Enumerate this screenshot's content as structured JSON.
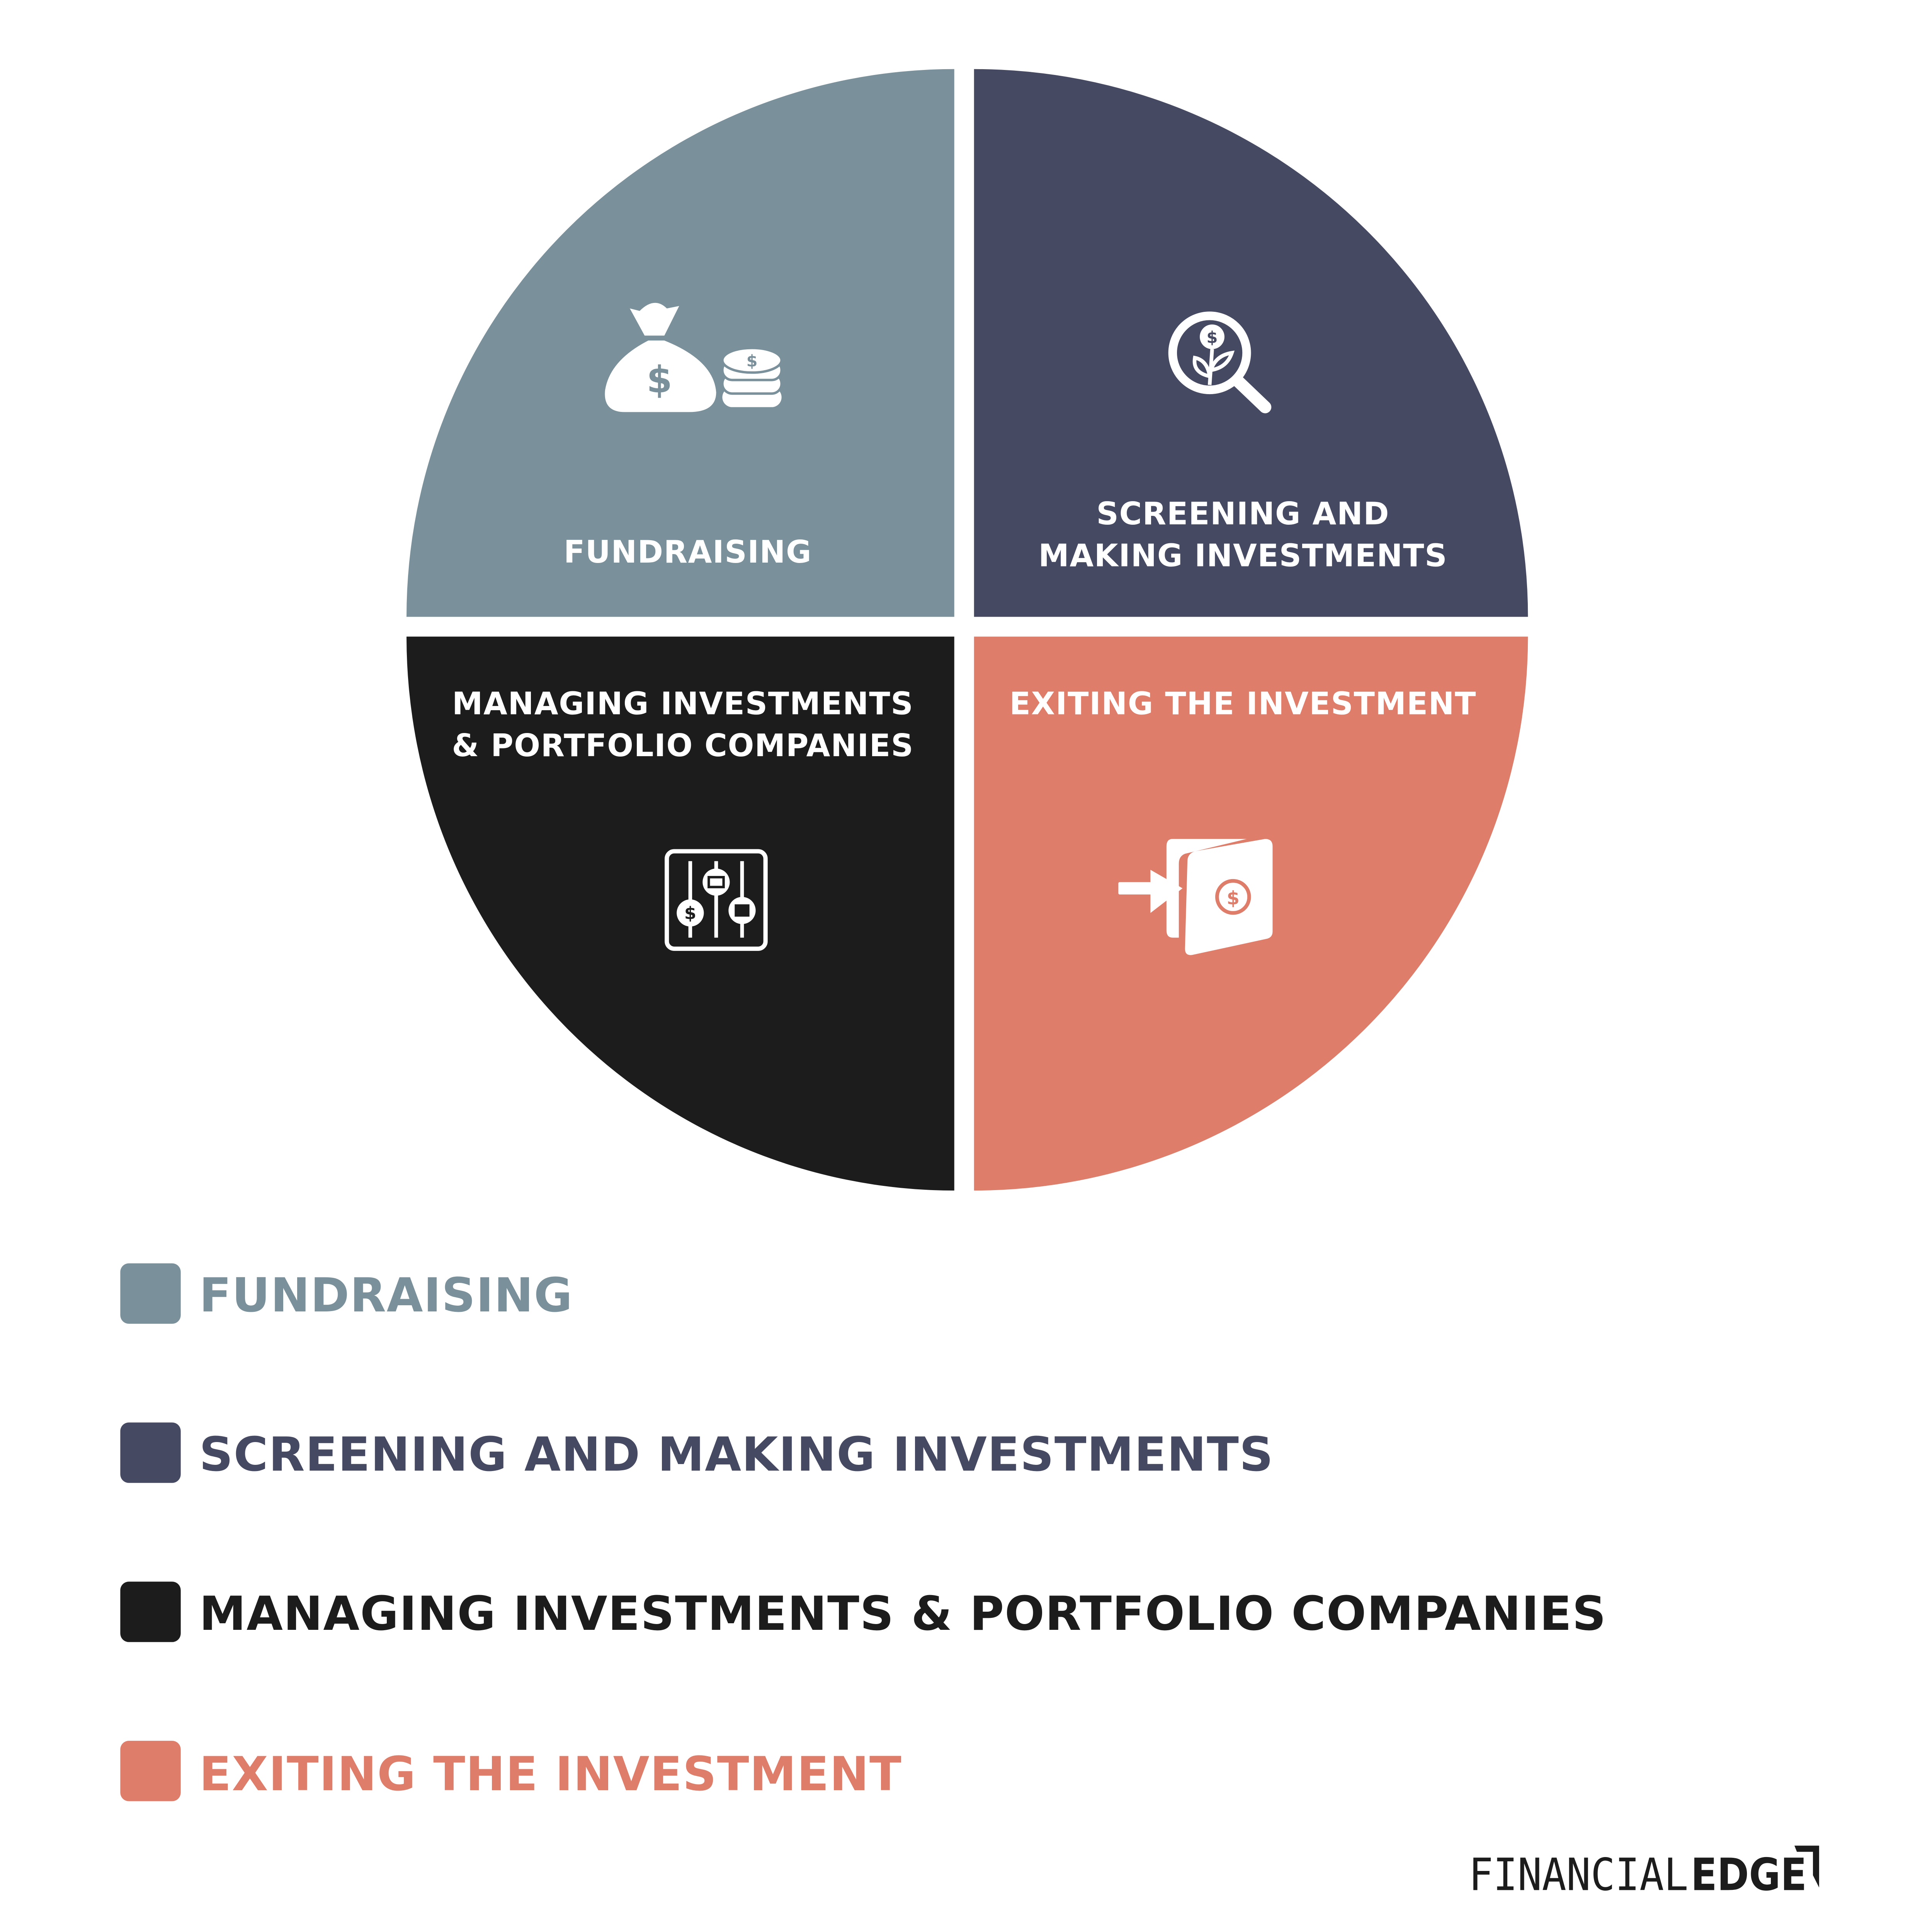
{
  "diagram": {
    "quadrants": [
      {
        "label_lines": [
          "FUNDRAISING"
        ],
        "color": "#7a909a",
        "icon": "money-bag-coins-icon"
      },
      {
        "label_lines": [
          "SCREENING AND",
          "MAKING INVESTMENTS"
        ],
        "color": "#464962",
        "icon": "magnifier-plant-dollar-icon"
      },
      {
        "label_lines": [
          "MANAGING INVESTMENTS",
          "& PORTFOLIO COMPANIES"
        ],
        "color": "#1c1c1c",
        "icon": "sliders-portfolio-icon"
      },
      {
        "label_lines": [
          "EXITING THE INVESTMENT"
        ],
        "color": "#df7d6b",
        "icon": "door-exit-dollar-icon"
      }
    ]
  },
  "legend": [
    {
      "label": "FUNDRAISING",
      "color": "#7a909a"
    },
    {
      "label": "SCREENING AND MAKING INVESTMENTS",
      "color": "#464962"
    },
    {
      "label": "MANAGING INVESTMENTS & PORTFOLIO COMPANIES",
      "color": "#1c1c1c"
    },
    {
      "label": "EXITING THE INVESTMENT",
      "color": "#df7d6b"
    }
  ],
  "logo": {
    "thin": "FINANCIAL",
    "bold": "EDGE"
  }
}
